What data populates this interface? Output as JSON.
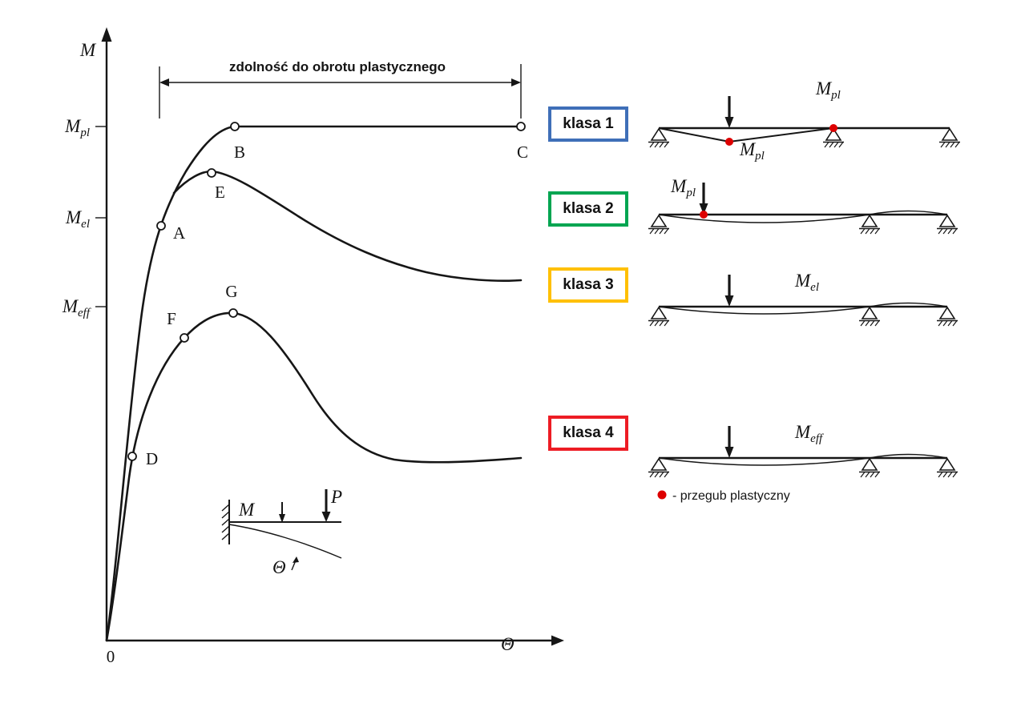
{
  "graph": {
    "y_axis_label": "M",
    "x_axis_label": "Θ",
    "origin_label": "0",
    "rotation_capacity_label": "zdolność do obrotu plastycznego",
    "ticks": {
      "mpl": {
        "base": "M",
        "sub": "pl"
      },
      "mel": {
        "base": "M",
        "sub": "el"
      },
      "meff": {
        "base": "M",
        "sub": "eff"
      }
    },
    "points": {
      "A": "A",
      "B": "B",
      "C": "C",
      "D": "D",
      "E": "E",
      "F": "F",
      "G": "G"
    },
    "inset": {
      "moment_label": "M",
      "force_label": "P",
      "rotation_label": "Θ"
    },
    "curves": [
      {
        "name": "klasa 1",
        "marked_points": [
          "A",
          "B",
          "C"
        ]
      },
      {
        "name": "klasa 2",
        "marked_points": [
          "E"
        ]
      },
      {
        "name": "klasa 4",
        "marked_points": [
          "D",
          "F",
          "G"
        ]
      }
    ]
  },
  "classes": [
    {
      "label": "klasa 1",
      "box_color": "#3f6fb8",
      "moment_top": {
        "base": "M",
        "sub": "pl"
      },
      "moment_bottom": {
        "base": "M",
        "sub": "pl"
      }
    },
    {
      "label": "klasa 2",
      "box_color": "#00a551",
      "moment": {
        "base": "M",
        "sub": "pl"
      }
    },
    {
      "label": "klasa 3",
      "box_color": "#ffc000",
      "moment": {
        "base": "M",
        "sub": "el"
      }
    },
    {
      "label": "klasa 4",
      "box_color": "#ed1c24",
      "moment": {
        "base": "M",
        "sub": "eff"
      }
    }
  ],
  "legend": {
    "marker_color": "#dd0000",
    "text": "- przegub plastyczny"
  }
}
